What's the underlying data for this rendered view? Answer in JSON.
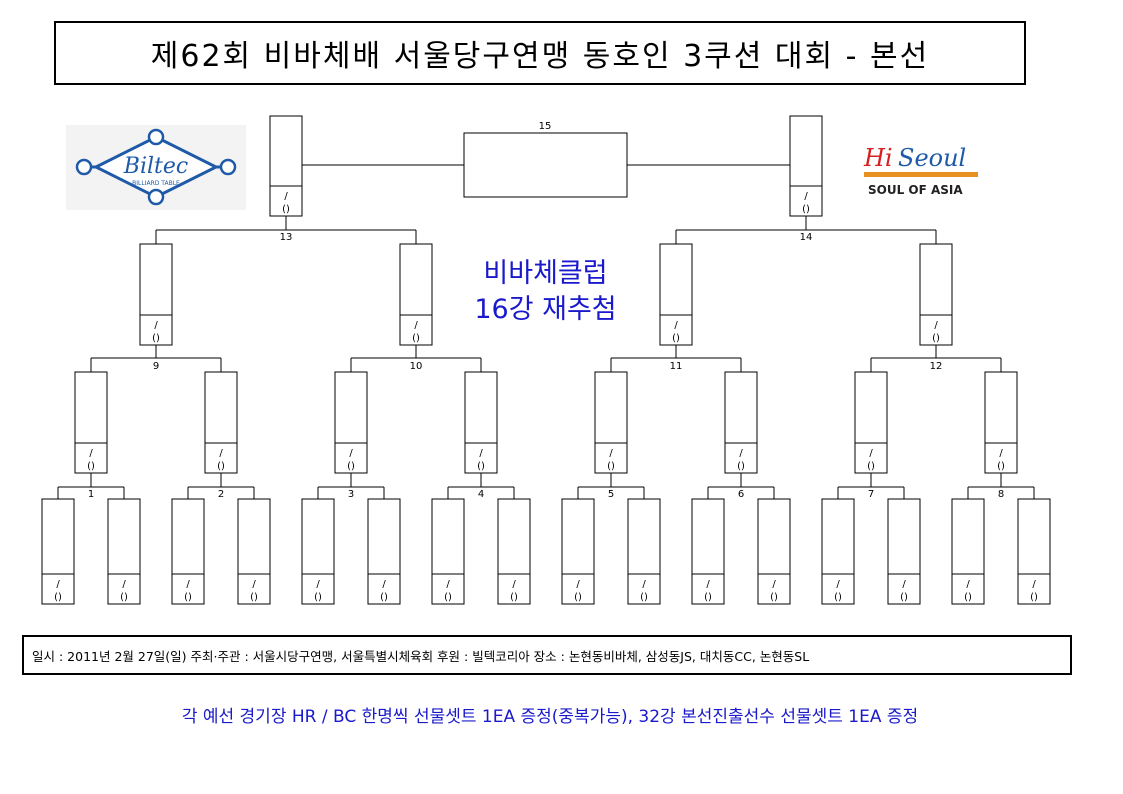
{
  "title": "제62회 비바체배 서울당구연맹 동호인 3쿠션 대회 - 본선",
  "notice": {
    "line1": "비바체클럽",
    "line2": "16강 재추첨"
  },
  "logos": {
    "left": {
      "text": "Biltec",
      "sub": "BILLIARD TABLE"
    },
    "right": {
      "text_hi": "Hi",
      "text_seoul": "Seoul",
      "tagline": "SOUL OF ASIA"
    }
  },
  "slot_text": {
    "slash": "/",
    "paren": "()"
  },
  "match_numbers": [
    "1",
    "2",
    "3",
    "4",
    "5",
    "6",
    "7",
    "8",
    "9",
    "10",
    "11",
    "12",
    "13",
    "14",
    "15"
  ],
  "info": "일시 : 2011년 2월 27일(일)   주최·주관 : 서울시당구연맹, 서울특별시체육회   후원 : 빌텍코리아     장소 : 논현동비바체, 삼성동JS, 대치동CC, 논현동SL",
  "footer": "각 예선 경기장 HR / BC 한명씩 선물셋트 1EA 증정(중복가능), 32강 본선진출선수 선물셋트 1EA 증정",
  "colors": {
    "accent_blue": "#1a1acc",
    "logo_blue": "#1e5aa8",
    "logo_red": "#d62020"
  }
}
